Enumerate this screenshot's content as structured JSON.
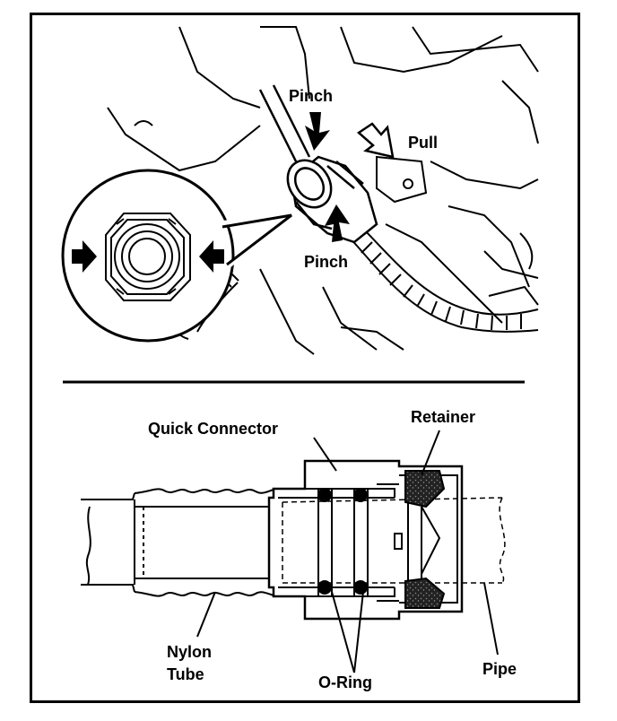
{
  "top_figure": {
    "pinch_top": "Pinch",
    "pull": "Pull",
    "pinch_bottom": "Pinch"
  },
  "bottom_figure": {
    "quick_connector": "Quick Connector",
    "retainer": "Retainer",
    "nylon_tube_line1": "Nylon",
    "nylon_tube_line2": "Tube",
    "o_ring": "O-Ring",
    "pipe": "Pipe"
  }
}
